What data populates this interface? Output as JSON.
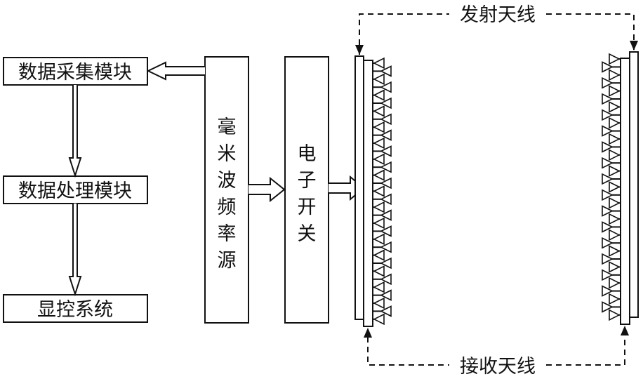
{
  "diagram": {
    "modules": {
      "data_acquisition": "数据采集模块",
      "data_processing": "数据处理模块",
      "display_control": "显控系统",
      "mmwave_source": [
        "毫",
        "米",
        "波",
        "频",
        "率",
        "源"
      ],
      "electronic_switch": [
        "电",
        "子",
        "开",
        "关"
      ]
    },
    "antennas": {
      "transmit": "发射天线",
      "receive": "接收天线"
    },
    "colors": {
      "line": "#111111",
      "background": "#ffffff"
    }
  }
}
